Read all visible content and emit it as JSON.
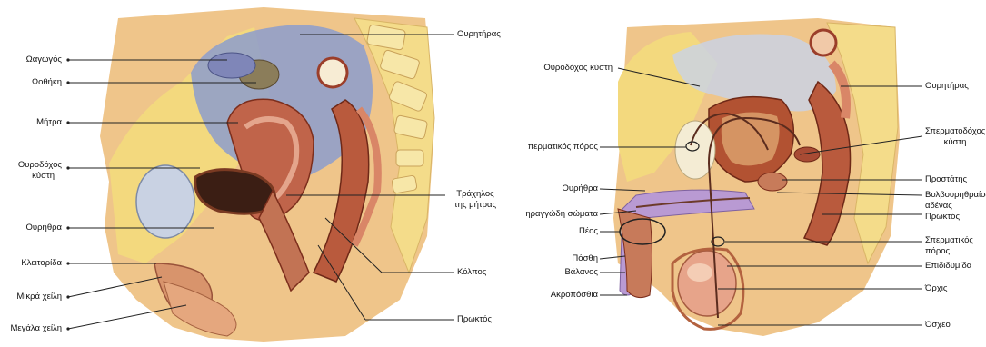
{
  "female": {
    "labels": {
      "oviduct": "Ωαγωγός",
      "ovary": "Ωοθήκη",
      "uterus": "Μήτρα",
      "bladder_l1": "Ουροδόχος",
      "bladder_l2": "κύστη",
      "urethra": "Ουρήθρα",
      "clitoris": "Κλειτορίδα",
      "labia_minora": "Μικρά χείλη",
      "labia_majora": "Μεγάλα χείλη",
      "ureter": "Ουρητήρας",
      "cervix_l1": "Τράχηλος",
      "cervix_l2": "της μήτρας",
      "vagina": "Κόλπος",
      "rectum": "Πρωκτός"
    }
  },
  "male": {
    "labels": {
      "bladder": "Ουροδόχος κύστη",
      "vas_deferens_left": "περματικός πόρος",
      "urethra": "Ουρήθρα",
      "corpora": "ηραγγώδη σώματα",
      "penis": "Πέος",
      "foreskin": "Πόσθη",
      "glans": "Βάλανος",
      "prepuce_tip": "Ακροπόσθια",
      "ureter": "Ουρητήρας",
      "seminal_vesicle_l1": "Σπερματοδόχος",
      "seminal_vesicle_l2": "κύστη",
      "prostate": "Προστάτης",
      "bulbourethral_l1": "Βολβουρηθραίος",
      "bulbourethral_l2": "αδένας",
      "rectum": "Πρωκτός",
      "vas_deferens_right_l1": "Σπερματικός",
      "vas_deferens_right_l2": "πόρος",
      "epididymis": "Επιδιδυμίδα",
      "testis": "Όρχις",
      "scrotum": "Όσχεο"
    }
  },
  "colors": {
    "skin": "#e8c08a",
    "fat": "#f2d77a",
    "muscle": "#b5553b",
    "mucosa": "#c77a5a",
    "dark_lumen": "#3b1e14",
    "peritoneum_blue": "#8fa0c8",
    "bladder_fill": "#c9d2e3",
    "bone": "#f0e2a8",
    "penis_shaft": "#b99ad3",
    "leader_line": "#222222"
  }
}
